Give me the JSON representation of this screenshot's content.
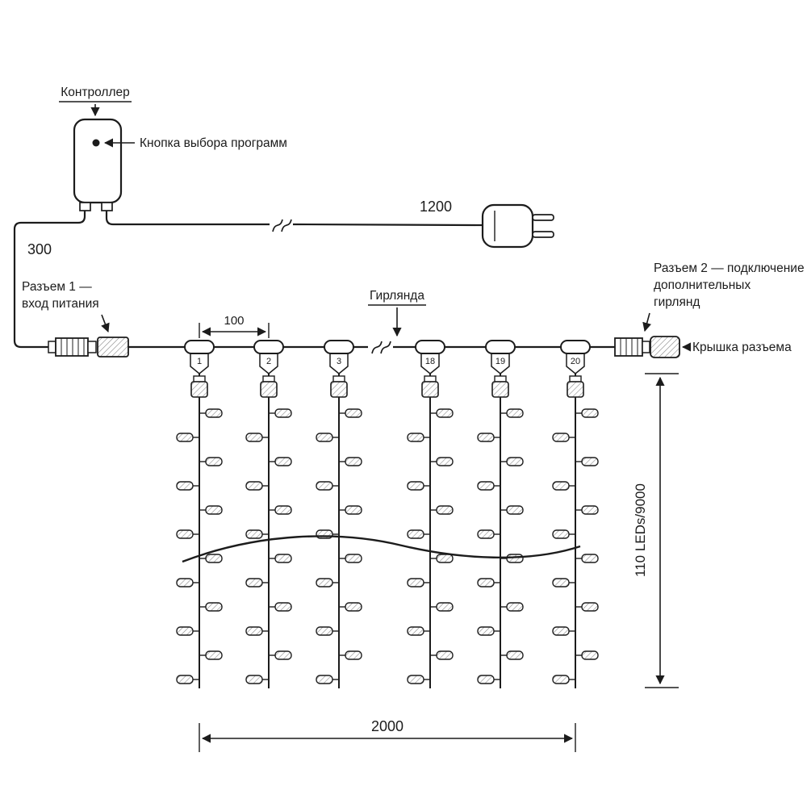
{
  "diagram": {
    "controller_label": "Контроллер",
    "program_button_label": "Кнопка выбора программ",
    "cord_length": "1200",
    "input_cable_length": "300",
    "connector1": {
      "line1": "Разъем 1 —",
      "line2": "вход питания"
    },
    "garland_label": "Гирлянда",
    "spacing_dim": "100",
    "connector2": {
      "line1": "Разъем 2 — подключение",
      "line2": "дополнительных",
      "line3": "гирлянд"
    },
    "cap_label": "Крышка разъема",
    "height_dim": "110 LEDs/9000",
    "width_dim": "2000",
    "connector_numbers": [
      "1",
      "2",
      "3",
      "18",
      "19",
      "20"
    ]
  }
}
